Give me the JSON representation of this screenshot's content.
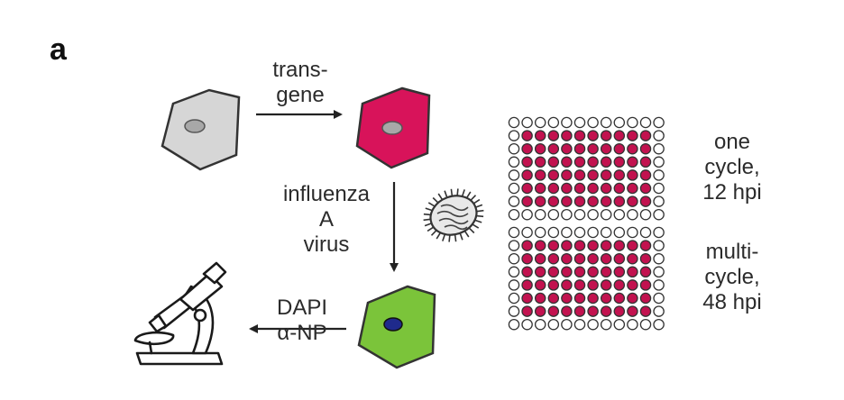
{
  "panel_label": "a",
  "steps": {
    "transgene": {
      "line1": "trans-",
      "line2": "gene"
    },
    "infection": {
      "line1": "influenza",
      "line2": "A",
      "line3": "virus"
    },
    "staining": {
      "line1": "DAPI",
      "line2": "α-NP"
    }
  },
  "plates": [
    {
      "line1": "one",
      "line2": "cycle,",
      "line3": "12 hpi",
      "rows": 8,
      "cols": 12,
      "filled_rows": 6,
      "filled_cols": 10
    },
    {
      "line1": "multi-",
      "line2": "cycle,",
      "line3": "48 hpi",
      "rows": 8,
      "cols": 12,
      "filled_rows": 6,
      "filled_cols": 10
    }
  ],
  "colors": {
    "untransfected_cell": "#d6d6d6",
    "nucleus": "#a8a8a8",
    "reporter_cell": "#d8135a",
    "stained_cell": "#7bc43a",
    "stained_nucleus": "#1f2a8c",
    "well_filled": "#c2124f",
    "outline": "#333333"
  },
  "icons": {
    "virus": "influenza-virion-icon",
    "microscope": "microscope-icon"
  }
}
